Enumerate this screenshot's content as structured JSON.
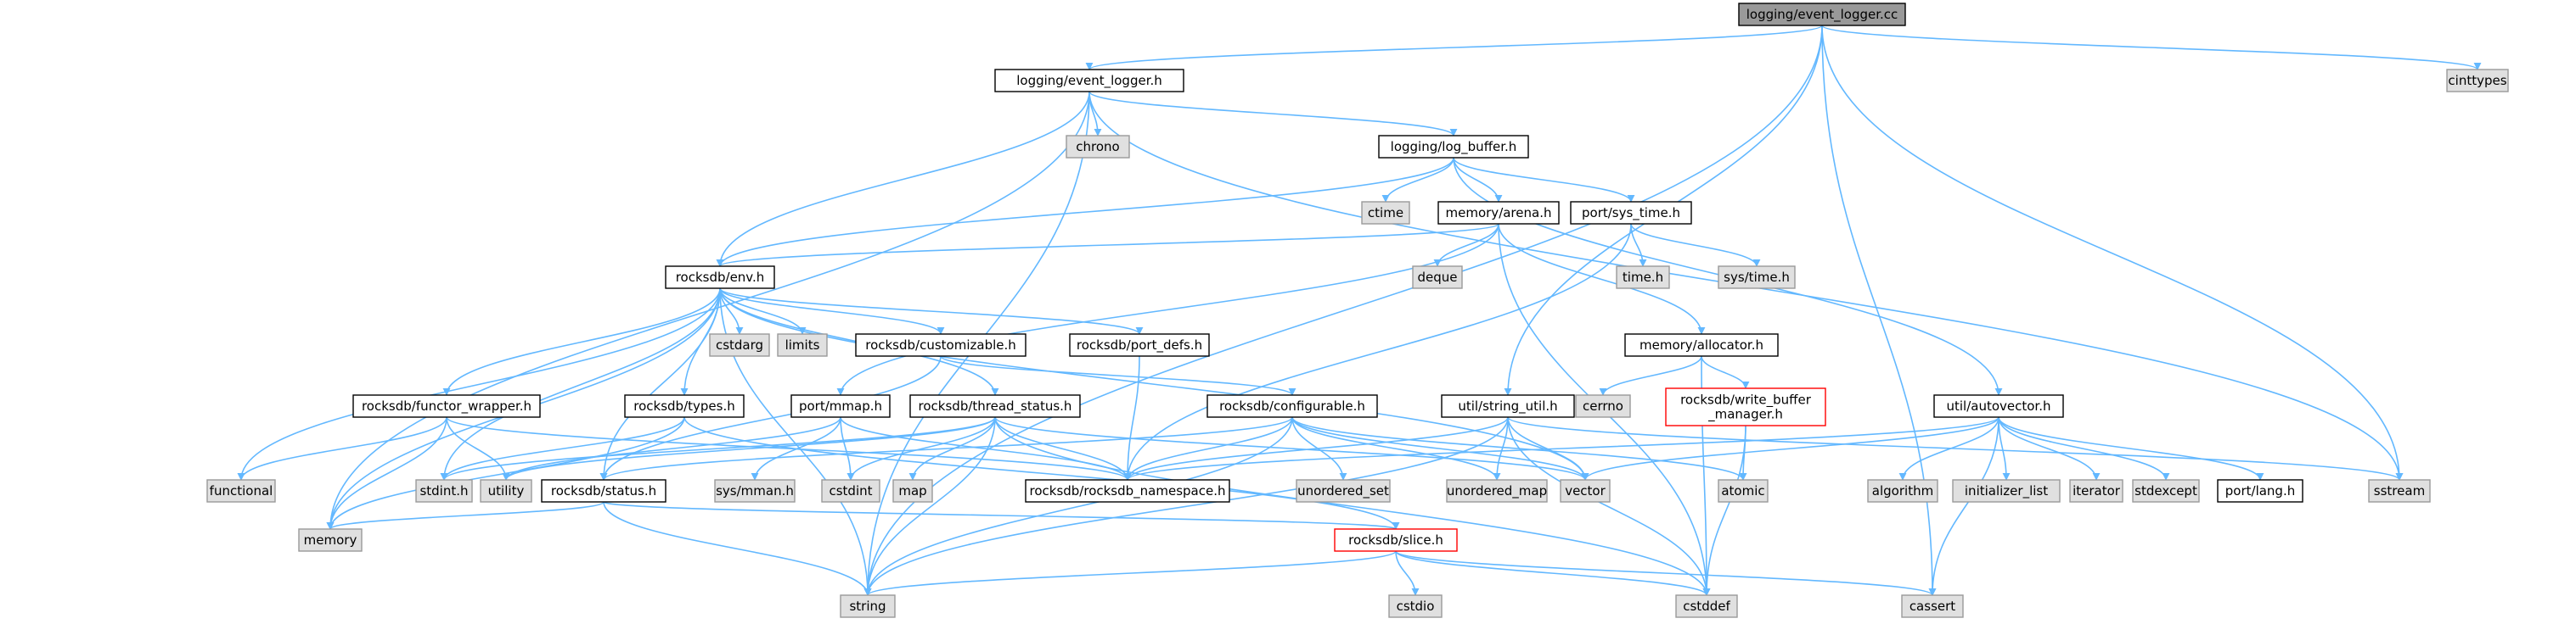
{
  "colors": {
    "root_fill": "#999999",
    "header_fill": "#ffffff",
    "header_stroke": "#000000",
    "system_fill": "#e0e0e0",
    "system_stroke": "#999999",
    "truncated_stroke": "#ff0000",
    "edge": "#63b8ff"
  },
  "nodes": [
    {
      "id": "root",
      "label": "logging/event_logger.cc",
      "kind": "root"
    },
    {
      "id": "cinttypes",
      "label": "cinttypes",
      "kind": "system"
    },
    {
      "id": "event_logger_h",
      "label": "logging/event_logger.h",
      "kind": "header"
    },
    {
      "id": "chrono",
      "label": "chrono",
      "kind": "system"
    },
    {
      "id": "log_buffer_h",
      "label": "logging/log_buffer.h",
      "kind": "header"
    },
    {
      "id": "ctime",
      "label": "ctime",
      "kind": "system"
    },
    {
      "id": "arena_h",
      "label": "memory/arena.h",
      "kind": "header"
    },
    {
      "id": "sys_time_h",
      "label": "port/sys_time.h",
      "kind": "header"
    },
    {
      "id": "deque",
      "label": "deque",
      "kind": "system"
    },
    {
      "id": "time_h",
      "label": "time.h",
      "kind": "system"
    },
    {
      "id": "systime_h",
      "label": "sys/time.h",
      "kind": "system"
    },
    {
      "id": "env_h",
      "label": "rocksdb/env.h",
      "kind": "header"
    },
    {
      "id": "cstdarg",
      "label": "cstdarg",
      "kind": "system"
    },
    {
      "id": "limits",
      "label": "limits",
      "kind": "system"
    },
    {
      "id": "customizable_h",
      "label": "rocksdb/customizable.h",
      "kind": "header"
    },
    {
      "id": "port_defs_h",
      "label": "rocksdb/port_defs.h",
      "kind": "header"
    },
    {
      "id": "allocator_h",
      "label": "memory/allocator.h",
      "kind": "header"
    },
    {
      "id": "cerrno",
      "label": "cerrno",
      "kind": "system"
    },
    {
      "id": "wbm_h",
      "label": "rocksdb/write_buffer\n_manager.h",
      "kind": "truncated"
    },
    {
      "id": "functor_h",
      "label": "rocksdb/functor_wrapper.h",
      "kind": "header"
    },
    {
      "id": "types_h",
      "label": "rocksdb/types.h",
      "kind": "header"
    },
    {
      "id": "mmap_h",
      "label": "port/mmap.h",
      "kind": "header"
    },
    {
      "id": "thread_status_h",
      "label": "rocksdb/thread_status.h",
      "kind": "header"
    },
    {
      "id": "configurable_h",
      "label": "rocksdb/configurable.h",
      "kind": "header"
    },
    {
      "id": "string_util_h",
      "label": "util/string_util.h",
      "kind": "header"
    },
    {
      "id": "autovector_h",
      "label": "util/autovector.h",
      "kind": "header"
    },
    {
      "id": "functional",
      "label": "functional",
      "kind": "system"
    },
    {
      "id": "stdint_h",
      "label": "stdint.h",
      "kind": "system"
    },
    {
      "id": "utility",
      "label": "utility",
      "kind": "system"
    },
    {
      "id": "status_h",
      "label": "rocksdb/status.h",
      "kind": "header"
    },
    {
      "id": "sysmman_h",
      "label": "sys/mman.h",
      "kind": "system"
    },
    {
      "id": "cstdint",
      "label": "cstdint",
      "kind": "system"
    },
    {
      "id": "map",
      "label": "map",
      "kind": "system"
    },
    {
      "id": "namespace_h",
      "label": "rocksdb/rocksdb_namespace.h",
      "kind": "header"
    },
    {
      "id": "unordered_set",
      "label": "unordered_set",
      "kind": "system"
    },
    {
      "id": "unordered_map",
      "label": "unordered_map",
      "kind": "system"
    },
    {
      "id": "vector",
      "label": "vector",
      "kind": "system"
    },
    {
      "id": "atomic",
      "label": "atomic",
      "kind": "system"
    },
    {
      "id": "algorithm",
      "label": "algorithm",
      "kind": "system"
    },
    {
      "id": "initializer_list",
      "label": "initializer_list",
      "kind": "system"
    },
    {
      "id": "iterator",
      "label": "iterator",
      "kind": "system"
    },
    {
      "id": "stdexcept",
      "label": "stdexcept",
      "kind": "system"
    },
    {
      "id": "port_lang_h",
      "label": "port/lang.h",
      "kind": "header"
    },
    {
      "id": "sstream",
      "label": "sstream",
      "kind": "system"
    },
    {
      "id": "memory",
      "label": "memory",
      "kind": "system"
    },
    {
      "id": "slice_h",
      "label": "rocksdb/slice.h",
      "kind": "truncated"
    },
    {
      "id": "string",
      "label": "string",
      "kind": "system"
    },
    {
      "id": "cstdio",
      "label": "cstdio",
      "kind": "system"
    },
    {
      "id": "cstddef",
      "label": "cstddef",
      "kind": "system"
    },
    {
      "id": "cassert",
      "label": "cassert",
      "kind": "system"
    }
  ],
  "edges": [
    [
      "root",
      "event_logger_h"
    ],
    [
      "root",
      "cinttypes"
    ],
    [
      "root",
      "string_util_h"
    ],
    [
      "root",
      "sstream"
    ],
    [
      "root",
      "cassert"
    ],
    [
      "root",
      "string"
    ],
    [
      "event_logger_h",
      "chrono"
    ],
    [
      "event_logger_h",
      "log_buffer_h"
    ],
    [
      "event_logger_h",
      "env_h"
    ],
    [
      "event_logger_h",
      "memory"
    ],
    [
      "event_logger_h",
      "string"
    ],
    [
      "event_logger_h",
      "sstream"
    ],
    [
      "log_buffer_h",
      "ctime"
    ],
    [
      "log_buffer_h",
      "arena_h"
    ],
    [
      "log_buffer_h",
      "sys_time_h"
    ],
    [
      "log_buffer_h",
      "env_h"
    ],
    [
      "log_buffer_h",
      "autovector_h"
    ],
    [
      "arena_h",
      "deque"
    ],
    [
      "arena_h",
      "env_h"
    ],
    [
      "arena_h",
      "allocator_h"
    ],
    [
      "arena_h",
      "mmap_h"
    ],
    [
      "arena_h",
      "cstddef"
    ],
    [
      "sys_time_h",
      "time_h"
    ],
    [
      "sys_time_h",
      "systime_h"
    ],
    [
      "sys_time_h",
      "namespace_h"
    ],
    [
      "env_h",
      "cstdarg"
    ],
    [
      "env_h",
      "limits"
    ],
    [
      "env_h",
      "customizable_h"
    ],
    [
      "env_h",
      "port_defs_h"
    ],
    [
      "env_h",
      "functor_h"
    ],
    [
      "env_h",
      "types_h"
    ],
    [
      "env_h",
      "thread_status_h"
    ],
    [
      "env_h",
      "functional"
    ],
    [
      "env_h",
      "stdint_h"
    ],
    [
      "env_h",
      "status_h"
    ],
    [
      "env_h",
      "memory"
    ],
    [
      "env_h",
      "string"
    ],
    [
      "env_h",
      "vector"
    ],
    [
      "customizable_h",
      "configurable_h"
    ],
    [
      "customizable_h",
      "status_h"
    ],
    [
      "port_defs_h",
      "namespace_h"
    ],
    [
      "allocator_h",
      "cerrno"
    ],
    [
      "allocator_h",
      "wbm_h"
    ],
    [
      "allocator_h",
      "cstddef"
    ],
    [
      "wbm_h",
      "atomic"
    ],
    [
      "wbm_h",
      "cstddef"
    ],
    [
      "functor_h",
      "functional"
    ],
    [
      "functor_h",
      "memory"
    ],
    [
      "functor_h",
      "utility"
    ],
    [
      "functor_h",
      "namespace_h"
    ],
    [
      "types_h",
      "stdint_h"
    ],
    [
      "types_h",
      "memory"
    ],
    [
      "types_h",
      "slice_h"
    ],
    [
      "mmap_h",
      "sysmman_h"
    ],
    [
      "mmap_h",
      "cstdint"
    ],
    [
      "mmap_h",
      "utility"
    ],
    [
      "mmap_h",
      "namespace_h"
    ],
    [
      "thread_status_h",
      "stdint_h"
    ],
    [
      "thread_status_h",
      "cstdint"
    ],
    [
      "thread_status_h",
      "map"
    ],
    [
      "thread_status_h",
      "namespace_h"
    ],
    [
      "thread_status_h",
      "string"
    ],
    [
      "thread_status_h",
      "utility"
    ],
    [
      "thread_status_h",
      "vector"
    ],
    [
      "thread_status_h",
      "cstddef"
    ],
    [
      "configurable_h",
      "atomic"
    ],
    [
      "configurable_h",
      "string"
    ],
    [
      "configurable_h",
      "unordered_map"
    ],
    [
      "configurable_h",
      "unordered_set"
    ],
    [
      "configurable_h",
      "vector"
    ],
    [
      "configurable_h",
      "namespace_h"
    ],
    [
      "configurable_h",
      "status_h"
    ],
    [
      "string_util_h",
      "cstddef"
    ],
    [
      "string_util_h",
      "string"
    ],
    [
      "string_util_h",
      "unordered_map"
    ],
    [
      "string_util_h",
      "vector"
    ],
    [
      "string_util_h",
      "namespace_h"
    ],
    [
      "string_util_h",
      "sstream"
    ],
    [
      "autovector_h",
      "algorithm"
    ],
    [
      "autovector_h",
      "cassert"
    ],
    [
      "autovector_h",
      "initializer_list"
    ],
    [
      "autovector_h",
      "iterator"
    ],
    [
      "autovector_h",
      "stdexcept"
    ],
    [
      "autovector_h",
      "vector"
    ],
    [
      "autovector_h",
      "port_lang_h"
    ],
    [
      "autovector_h",
      "namespace_h"
    ],
    [
      "status_h",
      "memory"
    ],
    [
      "status_h",
      "string"
    ],
    [
      "status_h",
      "slice_h"
    ],
    [
      "slice_h",
      "cassert"
    ],
    [
      "slice_h",
      "cstddef"
    ],
    [
      "slice_h",
      "cstdio"
    ],
    [
      "slice_h",
      "string"
    ]
  ]
}
